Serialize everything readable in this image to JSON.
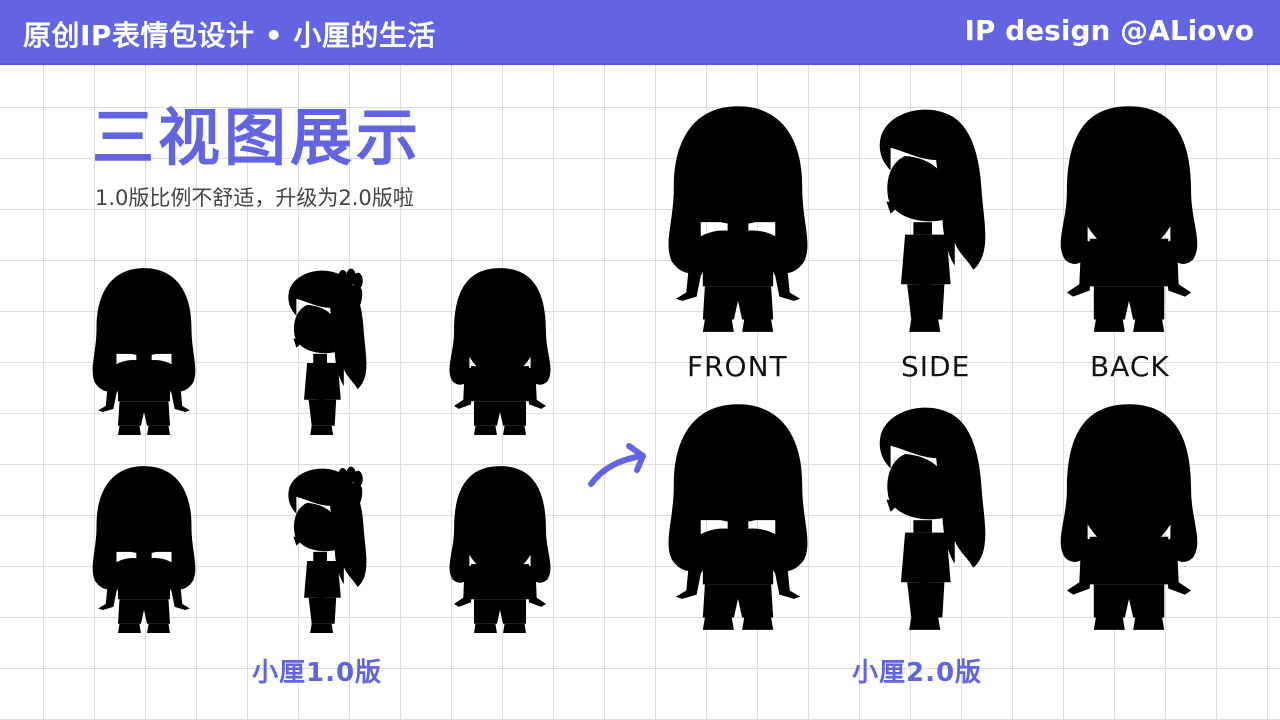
{
  "header": {
    "title": "原创IP表情包设计 • 小厘的生活",
    "credit": "IP design @ALiovo"
  },
  "main": {
    "title": "三视图展示",
    "subtitle": "1.0版比例不舒适，升级为2.0版啦"
  },
  "views": {
    "front": "FRONT",
    "side": "SIDE",
    "back": "BACK"
  },
  "versions": {
    "v1": "小厘1.0版",
    "v2": "小厘2.0版"
  },
  "colors": {
    "accent": "#6264e2",
    "hair": "#6264e2",
    "skin": "#f9d3c9",
    "blush": "#f2676b",
    "shorts": "#fdc45b",
    "carrot": "#f57f2a",
    "leaf": "#8ed34d",
    "heart": "#f2676b",
    "grid": "#dcdcdc"
  },
  "icons": {
    "arrow": "curved-arrow-right"
  }
}
